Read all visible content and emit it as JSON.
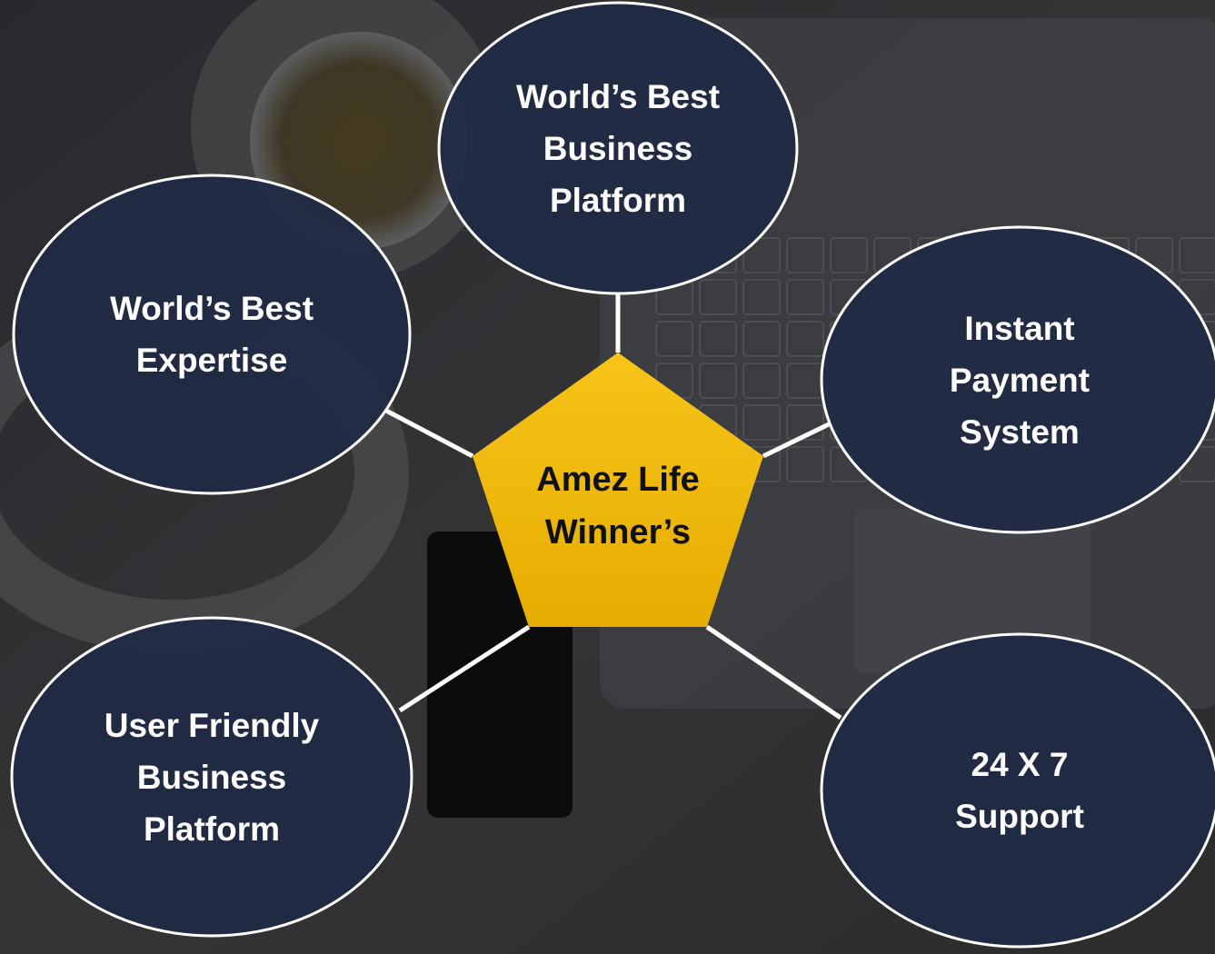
{
  "diagram": {
    "center": {
      "label": "Amez Life\nWinner’s",
      "color": "#f2b70a"
    },
    "nodes": [
      {
        "id": "top",
        "label": "World’s Best\nBusiness\nPlatform"
      },
      {
        "id": "upper-left",
        "label": "World’s Best\nExpertise"
      },
      {
        "id": "upper-right",
        "label": "Instant\nPayment\nSystem"
      },
      {
        "id": "lower-left",
        "label": "User Friendly\nBusiness\nPlatform"
      },
      {
        "id": "lower-right",
        "label": "24 X 7\nSupport"
      }
    ],
    "colors": {
      "node_fill": "#1f2a44",
      "node_stroke": "#ffffff",
      "connector": "#ffffff",
      "background": "#2f2f31"
    }
  }
}
